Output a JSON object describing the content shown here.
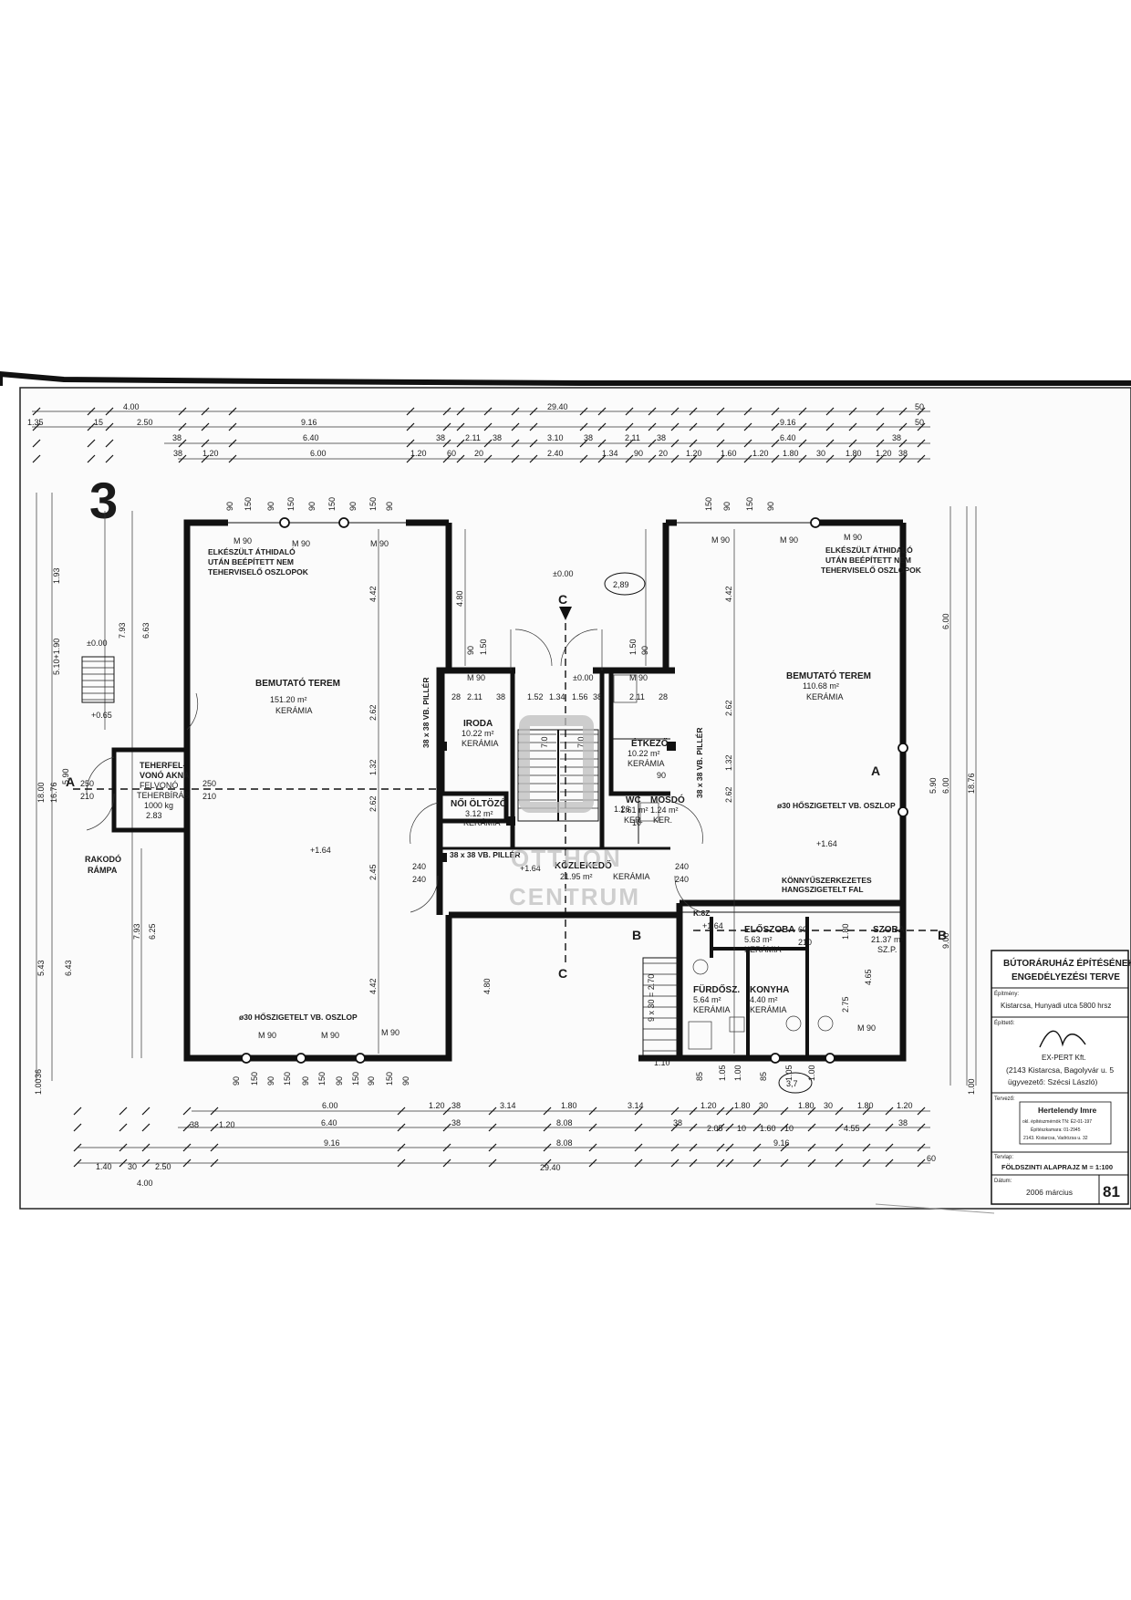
{
  "dims": {
    "top_row1": [
      "4.00",
      "29.40",
      "50"
    ],
    "top_row2": [
      "1.35",
      "15",
      "2.50",
      "9.16",
      "9.16",
      "50"
    ],
    "top_row3": [
      "38",
      "6.40",
      "38",
      "2.11",
      "38",
      "3.10",
      "38",
      "2.11",
      "38",
      "6.40",
      "38"
    ],
    "top_row4": [
      "38",
      "1.20",
      "6.00",
      "1.20",
      "60",
      "20",
      "2.40",
      "1.34",
      "90",
      "20",
      "1.20",
      "1.60",
      "1.20",
      "1.80",
      "30",
      "1.80",
      "1.20",
      "38"
    ],
    "top_m90": [
      "90",
      "150",
      "90",
      "150",
      "90",
      "150",
      "90",
      "150",
      "90",
      "150",
      "90",
      "150",
      "90"
    ],
    "bottom_row1": [
      "6.00",
      "1.20",
      "38",
      "3.14",
      "1.80",
      "3.14",
      "1.20",
      "1.80",
      "30",
      "1.80",
      "30",
      "1.80",
      "1.20"
    ],
    "bottom_row2": [
      "38",
      "1.20",
      "6.40",
      "38",
      "8.08",
      "38",
      "2.05",
      "10",
      "1.60",
      "10",
      "4.55",
      "38"
    ],
    "bottom_row3": [
      "1.40",
      "30",
      "2.50",
      "9.16",
      "8.08",
      "9.16",
      "60"
    ],
    "bottom_row4": [
      "4.00",
      "29.40"
    ],
    "bottom_m90": [
      "90",
      "150",
      "90",
      "150",
      "90",
      "150",
      "90",
      "150",
      "90",
      "150",
      "90"
    ],
    "left": [
      "36",
      "5.43",
      "7.93",
      "6.63",
      "1.93",
      "5.10+1.90",
      "18.00",
      "16.76",
      "5.90",
      "7.93",
      "6.25",
      "6.43",
      "1.00"
    ],
    "right": [
      "6.00",
      "6.00",
      "18.76",
      "5.90",
      "4.65",
      "9.00",
      "1.00",
      "90",
      "150",
      "90",
      "150"
    ],
    "mid": [
      "4.42",
      "2.62",
      "1.32",
      "2.62",
      "2.45",
      "4.42",
      "4.80",
      "4.80",
      "2.62",
      "1.32",
      "2.62",
      "4.42"
    ],
    "inner": [
      "28",
      "2.11",
      "38",
      "1.52",
      "1.34",
      "1.56",
      "38",
      "2.11",
      "28",
      "90",
      "90",
      "1.50",
      "1.50",
      "250",
      "210",
      "250",
      "210",
      "240",
      "240",
      "240",
      "240",
      "7.0",
      "7.0",
      "1.26",
      "10",
      "90",
      "9 x 30 = 2.70",
      "1.10",
      "2.75",
      "1.80",
      "60",
      "210",
      "85",
      "1.05",
      "1.00",
      "85",
      "1.05",
      "1.00"
    ]
  },
  "labels": {
    "axis_a": "A",
    "axis_b": "B",
    "axis_c": "C",
    "corner_mark": "3",
    "circled_top": "2,89",
    "circled_bottom": "3,7"
  },
  "levels": [
    "±0.00",
    "±0.00",
    "±0.00",
    "+0.65",
    "+1.64",
    "+1.64",
    "+1.64",
    "+1.64"
  ],
  "rooms": {
    "bemutato_left": {
      "name": "BEMUTATÓ TEREM",
      "area": "151.20 m²",
      "finish": "KERÁMIA"
    },
    "bemutato_right": {
      "name": "BEMUTATÓ TEREM",
      "area": "110.68 m²",
      "finish": "KERÁMIA"
    },
    "iroda": {
      "name": "IRODA",
      "area": "10.22 m²",
      "finish": "KERÁMIA"
    },
    "etkezo": {
      "name": "ÉTKEZŐ",
      "area": "10.22 m²",
      "finish": "KERÁMIA"
    },
    "noi_oltozo": {
      "name": "NŐI ÖLTÖZŐ",
      "area": "3.12 m²",
      "finish": "KERÁMIA"
    },
    "wc": {
      "name": "WC",
      "area": "1.61 m²",
      "finish": "KER."
    },
    "mosdo": {
      "name": "MOSDÓ",
      "area": "1.24 m²",
      "finish": "KER."
    },
    "kozlekedo": {
      "name": "KÖZLEKEDŐ",
      "area": "21.95 m²",
      "finish": "KERÁMIA"
    },
    "eloszoba": {
      "name": "ELŐSZOBA",
      "area": "5.63 m²",
      "finish": "KERÁMIA"
    },
    "furdoszoba": {
      "name": "FÜRDŐSZ.",
      "area": "5.64 m²",
      "finish": "KERÁMIA"
    },
    "konyha": {
      "name": "KONYHA",
      "area": "4.40 m²",
      "finish": "KERÁMIA"
    },
    "szoba": {
      "name": "SZOBA",
      "area": "21.37 m²",
      "finish": "SZ.P."
    },
    "teherfelvono": {
      "line1": "TEHERFEL-",
      "line2": "VONÓ AKNA",
      "line3": "FELVONÓ",
      "line4": "TEHERBÍRÁS",
      "line5": "1000 kg",
      "line6": "2.83"
    },
    "rakodo": {
      "line1": "RAKODÓ",
      "line2": "RÁMPA"
    }
  },
  "notes": {
    "athidalo_l1": "ELKÉSZÜLT ÁTHIDALÓ",
    "athidalo_l2": "UTÁN BEÉPÍTETT NEM",
    "athidalo_l3": "TEHERVISELŐ OSZLOPOK",
    "athidalo_r1": "ELKÉSZÜLT ÁTHIDALÓ",
    "athidalo_r2": "UTÁN BEÉPÍTETT NEM",
    "athidalo_r3": "TEHERVISELŐ OSZLOPOK",
    "oszlop_bottom": "ø30 HŐSZIGETELT VB. OSZLOP",
    "oszlop_right": "ø30 HŐSZIGETELT VB. OSZLOP",
    "piller_v1": "38 x 38 VB. PILLÉR",
    "piller_v2": "38 x 38 VB. PILLÉR",
    "piller_h": "38 x 38 VB. PILLÉR",
    "konnyu1": "KÖNNYŰSZERKEZETES",
    "konnyu2": "HANGSZIGETELT FAL",
    "k8z": "K.8Z",
    "m90": "M 90"
  },
  "watermark": {
    "line1": "OTTHON",
    "line2": "CENTRUM"
  },
  "titleblock": {
    "title1": "BÚTORÁRUHÁZ ÉPÍTÉSÉNEK",
    "title2": "ENGEDÉLYEZÉSI TERVE",
    "epitmeny_label": "Építmény:",
    "epitmeny": "Kistarcsa, Hunyadi utca 5800 hrsz",
    "epitteto_label": "Építtető:",
    "company": "EX-PERT Kft.",
    "address": "(2143 Kistarcsa, Bagolyvár u. 5",
    "manager": "ügyvezető: Szécsi László)",
    "tervezo_label": "Tervező:",
    "designer": "Hertelendy Imre",
    "designer_l1": "okl. építészmérnök TN: É2-01-197",
    "designer_l2": "Építészkamara: 01-2945",
    "designer_l3": "2143. Kistarcsa, Vadrózsa u. 32",
    "terv_label": "Tervlap:",
    "drawing": "FÖLDSZINTI ALAPRAJZ  M = 1:100",
    "datum_label": "Dátum:",
    "date": "2006 március",
    "sheet": "81"
  },
  "colors": {
    "ink": "#111111",
    "paper": "#ffffff",
    "watermark": "#bfbfbf"
  }
}
